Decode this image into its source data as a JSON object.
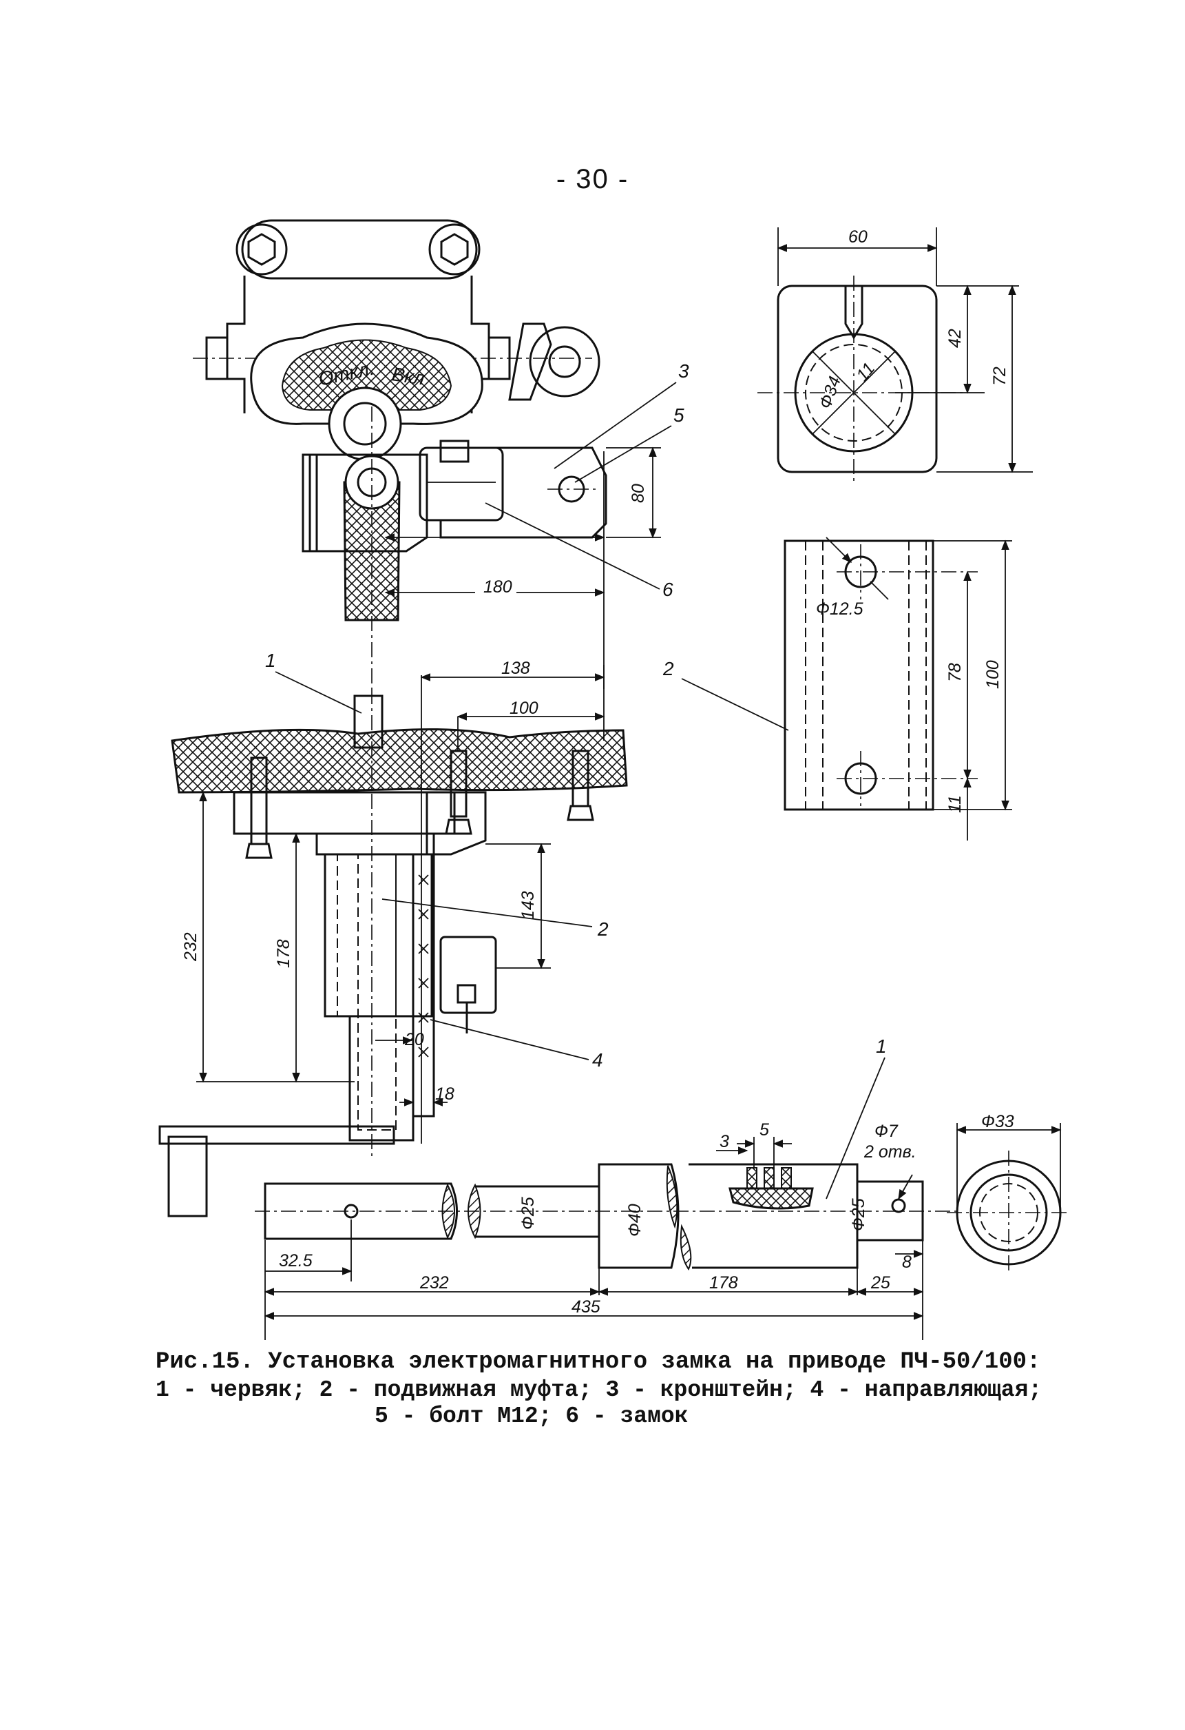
{
  "page_number": "- 30 -",
  "figure": {
    "caption_title": "Рис.15. Установка электромагнитного замка на приводе ПЧ-50/100:",
    "caption_legend_line1": "1 - червяк; 2 - подвижная муфта; 3 - кронштейн; 4 - направляющая;",
    "caption_legend_line2": "5 - болт М12; 6 - замок"
  },
  "drawing": {
    "dial": {
      "off": "Откл.",
      "on": "Вкл"
    },
    "part_labels": [
      "1",
      "2",
      "3",
      "4",
      "5",
      "6"
    ],
    "top_view_dims": {
      "width": "180",
      "height": "80"
    },
    "side_view_dims": {
      "d138": "138",
      "d100": "100",
      "d143": "143",
      "d232": "232",
      "d178": "178",
      "d20": "20",
      "d18": "18"
    },
    "bracket_dims": {
      "width": "60",
      "d42": "42",
      "d72": "72",
      "d34": "Ф34",
      "d11": "11"
    },
    "guide_dims": {
      "hole": "Ф12.5",
      "d78": "78",
      "d100": "100",
      "d11": "11"
    },
    "shaft_dims": {
      "d5": "5",
      "d3": "3",
      "d7": "Ф7",
      "holes": "2 отв.",
      "d33": "Ф33",
      "d25a": "Ф25",
      "d40": "Ф40",
      "d25b": "Ф25",
      "d32_5": "32.5",
      "d232": "232",
      "d178": "178",
      "d25": "25",
      "d8": "8",
      "d435": "435"
    }
  }
}
